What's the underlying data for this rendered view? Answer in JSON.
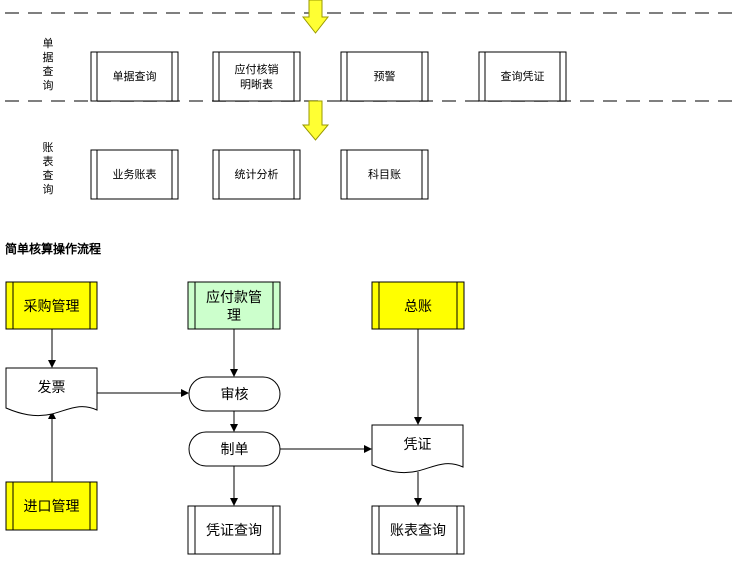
{
  "top_section": {
    "voucher_query_label": [
      "单",
      "据",
      "查",
      "询"
    ],
    "voucher_query_boxes": [
      {
        "lines": [
          "单据查询"
        ]
      },
      {
        "lines": [
          "应付核销",
          "明晰表"
        ]
      },
      {
        "lines": [
          "预警"
        ]
      },
      {
        "lines": [
          "查询凭证"
        ]
      }
    ],
    "ledger_query_label": [
      "账",
      "表",
      "查",
      "询"
    ],
    "ledger_query_boxes": [
      {
        "lines": [
          "业务账表"
        ]
      },
      {
        "lines": [
          "统计分析"
        ]
      },
      {
        "lines": [
          "科目账"
        ]
      }
    ]
  },
  "section_title": "简单核算操作流程",
  "flow": {
    "purchase_mgmt": "采购管理",
    "payable_mgmt": [
      "应付款管",
      "理"
    ],
    "general_ledger": "总账",
    "invoice": "发票",
    "audit": "审核",
    "make_voucher": "制单",
    "voucher": "凭证",
    "import_mgmt": "进口管理",
    "voucher_query": "凭证查询",
    "ledger_query": "账表查询"
  },
  "colors": {
    "yellow": "#ffff00",
    "light_green": "#ccffcc",
    "arrow_yellow_fill": "#ffff33",
    "arrow_yellow_stroke": "#999900",
    "line": "#000000",
    "dash": "#555555"
  }
}
